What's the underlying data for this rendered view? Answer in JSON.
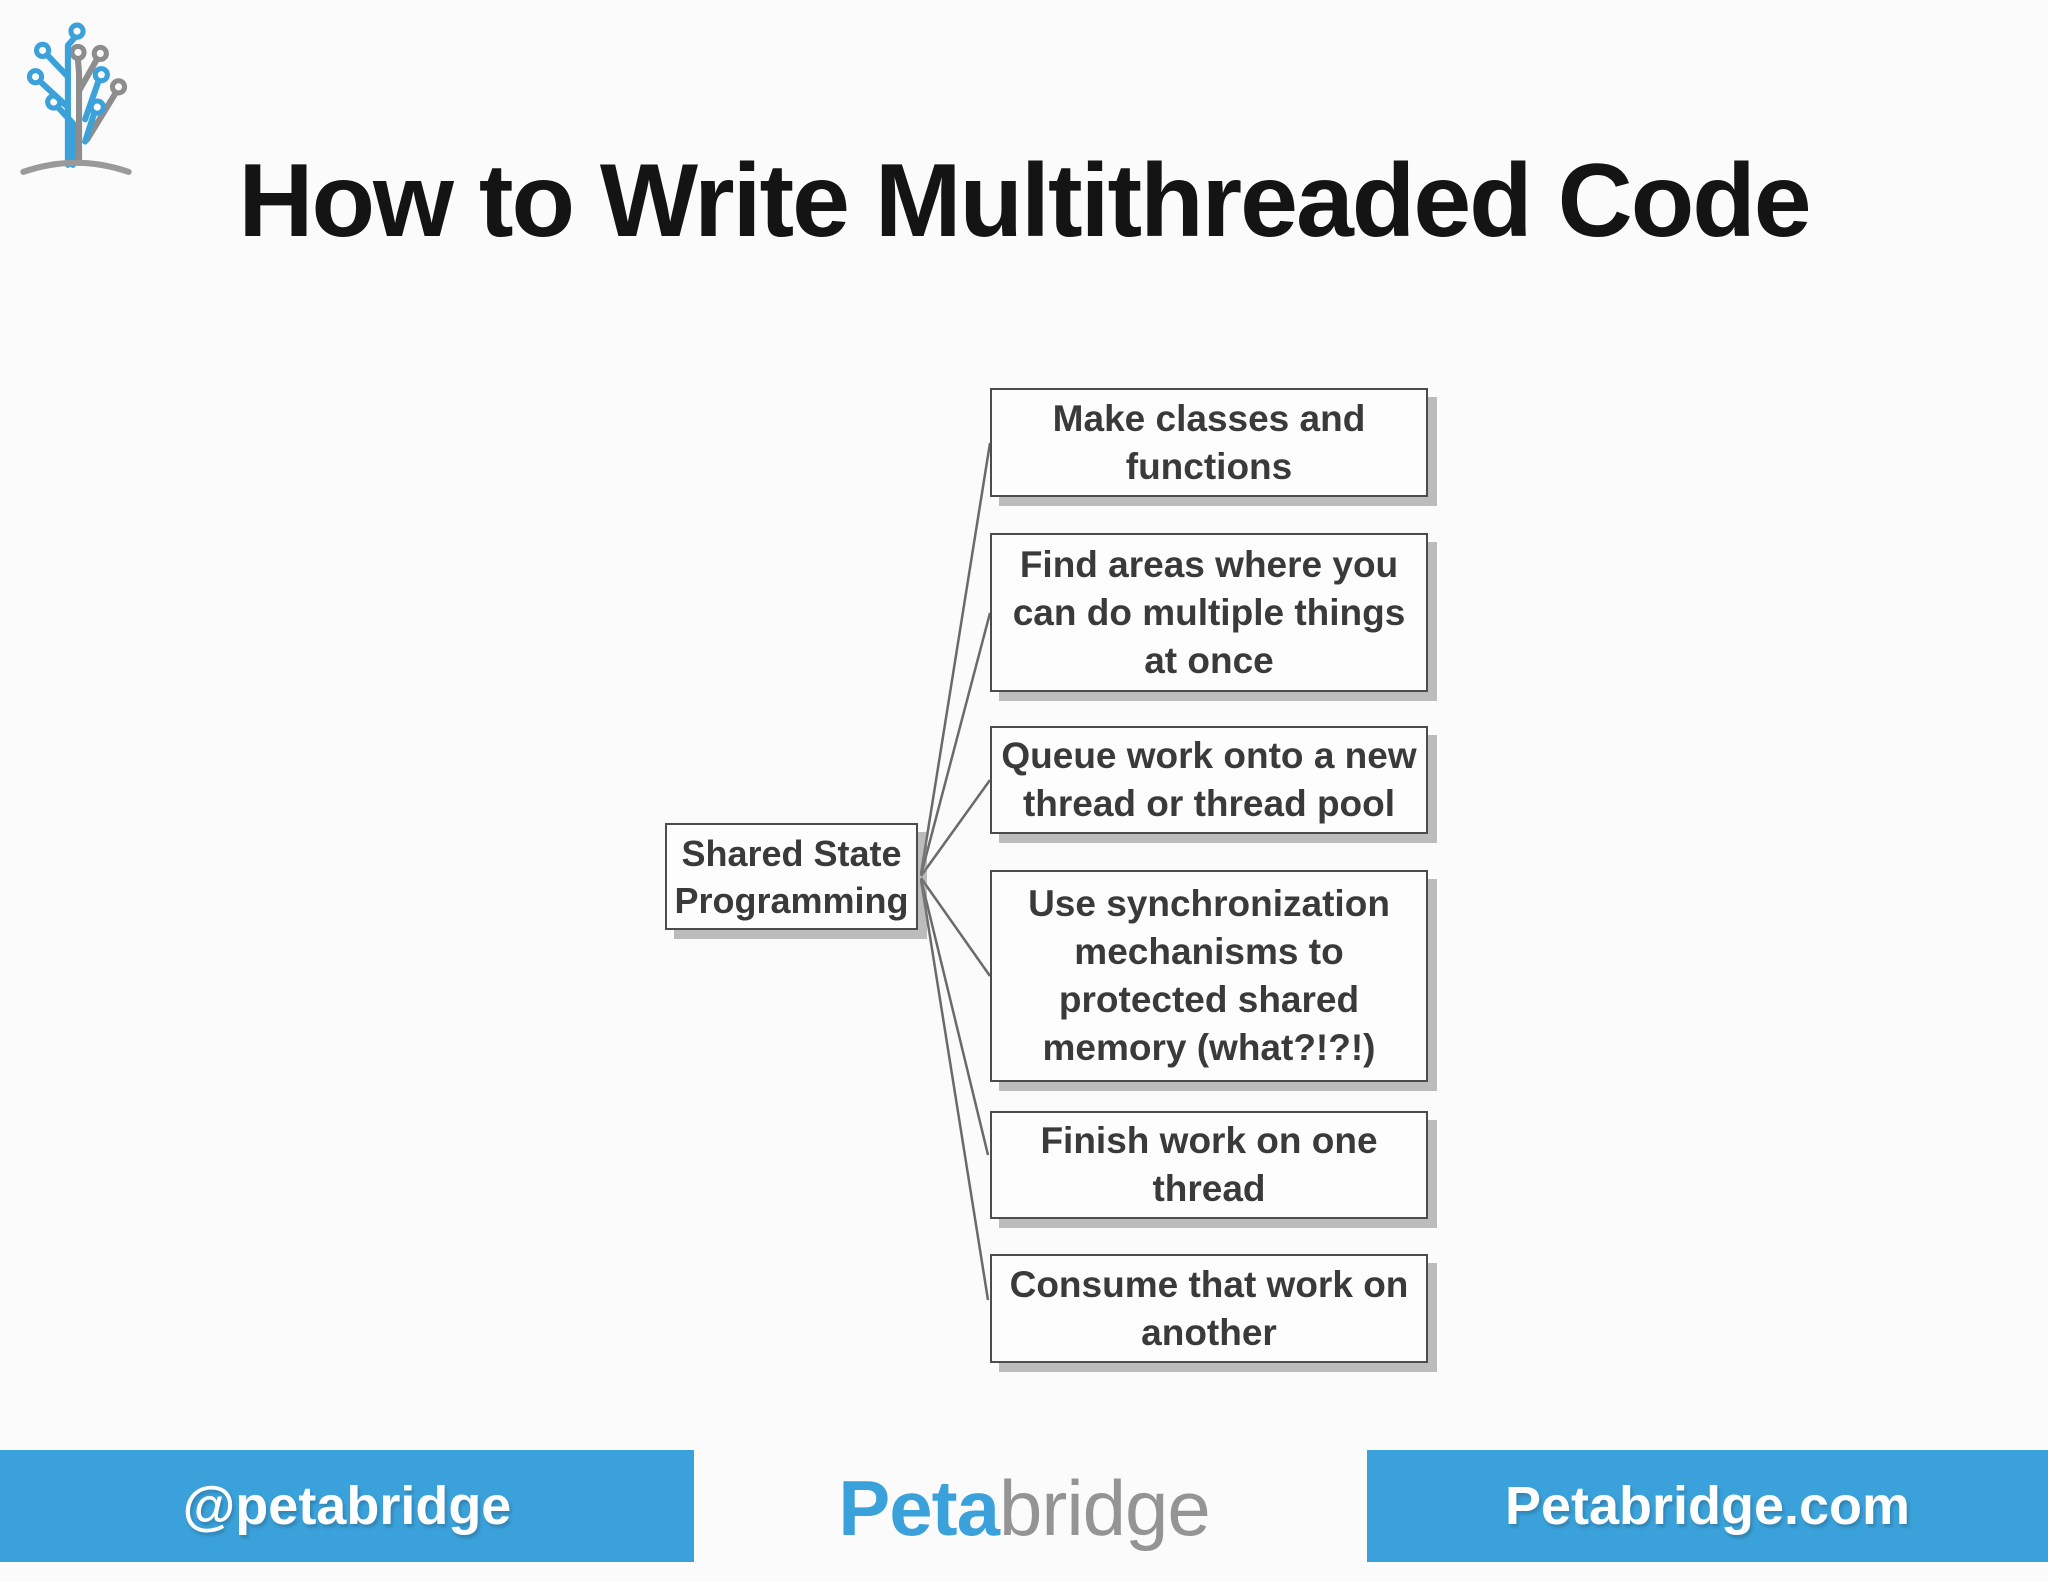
{
  "slide": {
    "title": "How to Write Multithreaded Code"
  },
  "diagram": {
    "hub": {
      "label": "Shared State\nProgramming"
    },
    "nodes": [
      {
        "label": "Make classes and\nfunctions"
      },
      {
        "label": "Find areas where you\ncan do multiple things\nat once"
      },
      {
        "label": "Queue work onto a new\nthread or thread pool"
      },
      {
        "label": "Use synchronization\nmechanisms to\nprotected shared\nmemory (what?!?!)"
      },
      {
        "label": "Finish work on one\nthread"
      },
      {
        "label": "Consume that work on\nanother"
      }
    ]
  },
  "footer": {
    "twitter_handle": "@petabridge",
    "brand_first": "Peta",
    "brand_second": "bridge",
    "website": "Petabridge.com"
  },
  "colors": {
    "accent_blue": "#3ba1da",
    "logo_gray": "#8d8d8d",
    "box_border": "#4c4c4c",
    "box_text": "#3a3a3a",
    "title_text": "#141414",
    "connector_gray": "#6a6a6a"
  },
  "icons": {
    "logo": "petabridge-circuit-tree-logo"
  }
}
